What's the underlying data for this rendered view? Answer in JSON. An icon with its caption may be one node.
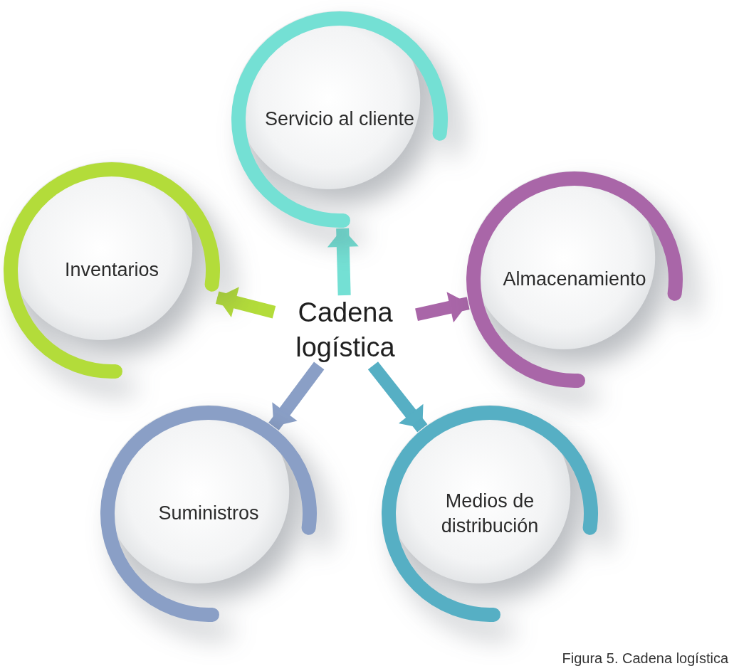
{
  "diagram": {
    "caption": "Figura 5. Cadena logística",
    "nodes": [
      {
        "text": [
          "Cadena logística"
        ]
      },
      {
        "text": [
          "Servicio al cliente"
        ]
      },
      {
        "text": [
          "Inventarios"
        ]
      },
      {
        "text": [
          "Almacenamiento"
        ]
      },
      {
        "text": [
          "Suministros"
        ]
      },
      {
        "text": [
          "Medios de distribución"
        ]
      }
    ],
    "edges": [
      {
        "from": 0,
        "to": 1,
        "arrow": "to",
        "color": "#74e0d4"
      },
      {
        "from": 0,
        "to": 2,
        "arrow": "to",
        "color": "#b3dc3a"
      },
      {
        "from": 0,
        "to": 3,
        "arrow": "to",
        "color": "#a966a8"
      },
      {
        "from": 0,
        "to": 4,
        "arrow": "to",
        "color": "#8a9fc6"
      },
      {
        "from": 0,
        "to": 5,
        "arrow": "to",
        "color": "#56afc4"
      }
    ]
  }
}
